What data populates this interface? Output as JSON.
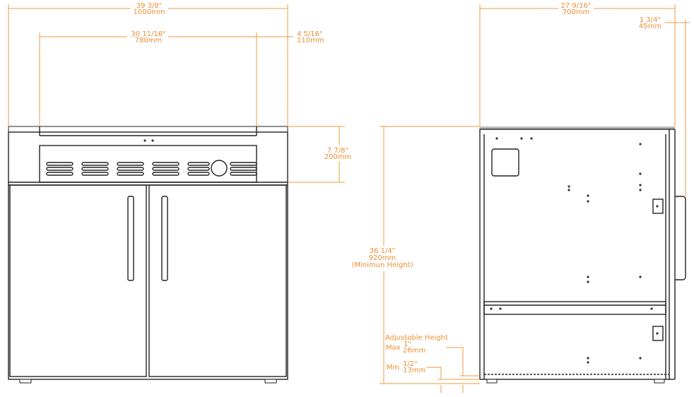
{
  "front_view": {
    "overall_width": {
      "inch": "39 3/8\"",
      "mm": "1000mm"
    },
    "inner_width": {
      "inch": "30 11/16\"",
      "mm": "780mm"
    },
    "side_width": {
      "inch": "4 5/16\"",
      "mm": "110mm"
    },
    "panel_height": {
      "inch": "7 7/8\"",
      "mm": "200mm"
    }
  },
  "side_view": {
    "depth": {
      "inch": "27 9/16\"",
      "mm": "700mm"
    },
    "handle_depth": {
      "inch": "1 3/4\"",
      "mm": "45mm"
    },
    "height": {
      "inch": "36 1/4\"",
      "mm": "920mm",
      "note": "(Minimun Height)"
    },
    "adjustable": {
      "title": "Adjustable Height",
      "max_label": "Max",
      "max_inch": "1\"",
      "max_mm": "26mm",
      "min_label": "Min",
      "min_inch": "1/2\"",
      "min_mm": "13mm"
    }
  },
  "colors": {
    "dimension": "#ec8f33",
    "outline": "#222222"
  }
}
